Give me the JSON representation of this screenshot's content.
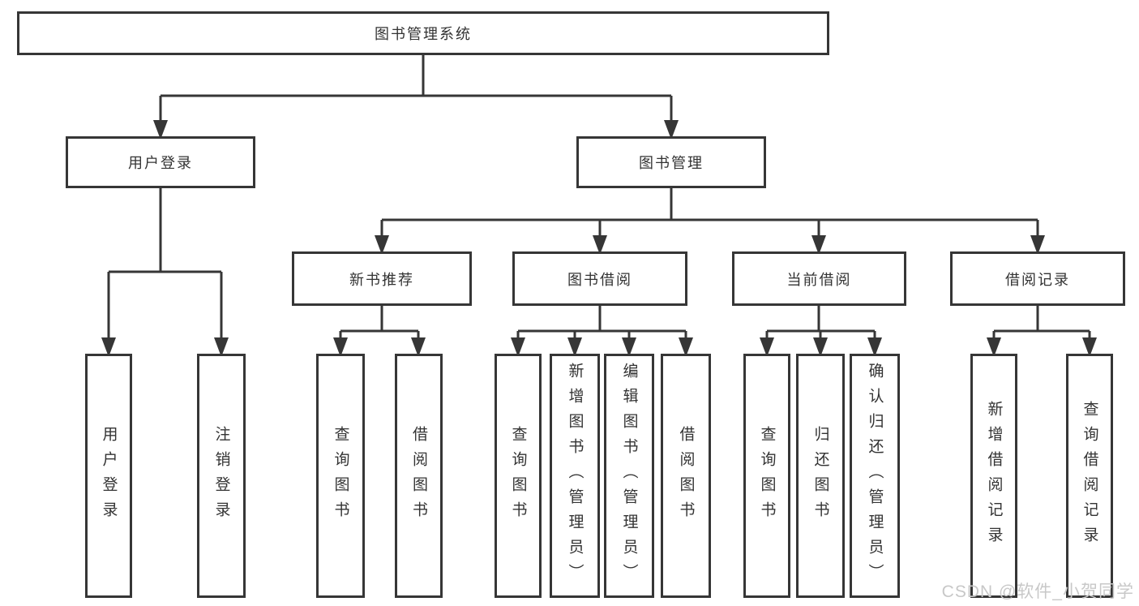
{
  "tree": {
    "label": "图书管理系统",
    "children": [
      {
        "label": "用户登录",
        "children": [
          {
            "label": "用户登录"
          },
          {
            "label": "注销登录"
          }
        ]
      },
      {
        "label": "图书管理",
        "children": [
          {
            "label": "新书推荐",
            "children": [
              {
                "label": "查询图书"
              },
              {
                "label": "借阅图书"
              }
            ]
          },
          {
            "label": "图书借阅",
            "children": [
              {
                "label": "查询图书"
              },
              {
                "label": "新增图书（管理员）"
              },
              {
                "label": "编辑图书（管理员）"
              },
              {
                "label": "借阅图书"
              }
            ]
          },
          {
            "label": "当前借阅",
            "children": [
              {
                "label": "查询图书"
              },
              {
                "label": "归还图书"
              },
              {
                "label": "确认归还（管理员）"
              }
            ]
          },
          {
            "label": "借阅记录",
            "children": [
              {
                "label": "新增借阅记录"
              },
              {
                "label": "查询借阅记录"
              }
            ]
          }
        ]
      }
    ]
  },
  "watermark": {
    "text": "CSDN @软件_小贺同学"
  },
  "colors": {
    "line": "#363636",
    "text": "#333333",
    "watermark": "#c8c8c8",
    "background": "#ffffff"
  }
}
